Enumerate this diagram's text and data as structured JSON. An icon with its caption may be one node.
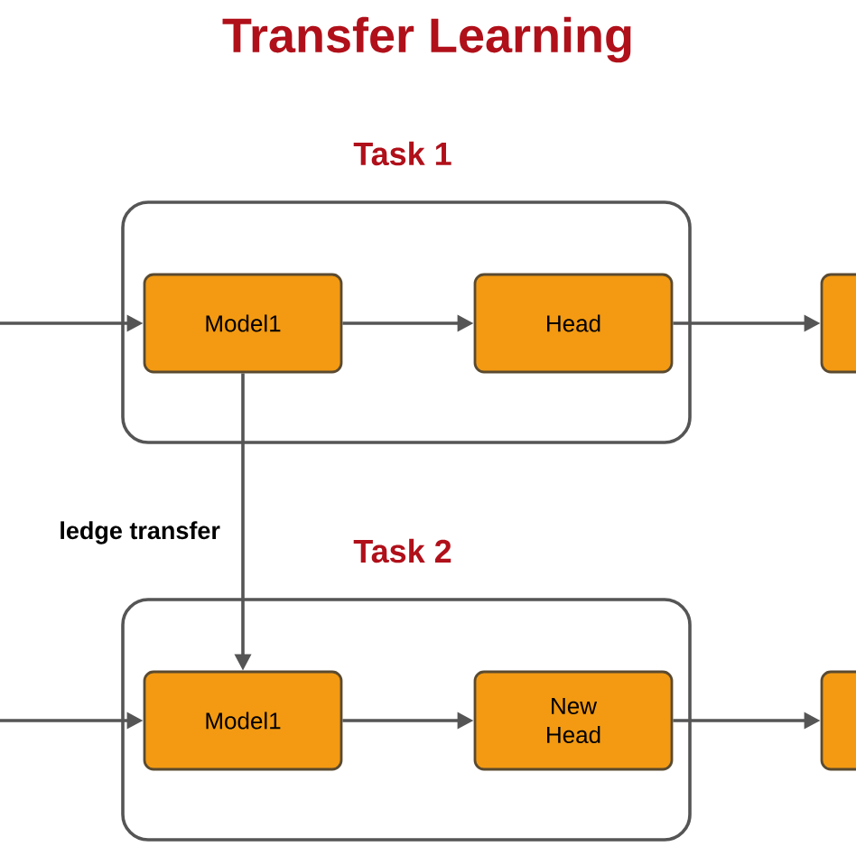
{
  "diagram": {
    "title": "Transfer Learning",
    "nodes": [
      {
        "text": [
          "Task 1"
        ]
      },
      {
        "text": [
          "Model1"
        ],
        "in": 0
      },
      {
        "text": [
          "Head"
        ],
        "in": 0
      },
      {
        "text": [],
        "shape": "box"
      },
      {
        "text": [
          "Task 2"
        ]
      },
      {
        "text": [
          "Model1"
        ],
        "in": 4
      },
      {
        "text": [
          "New Head"
        ],
        "in": 4
      },
      {
        "text": [],
        "shape": "box"
      }
    ],
    "edges": [
      {
        "from": null,
        "to": 1,
        "arrow": "to"
      },
      {
        "from": 1,
        "to": 2,
        "arrow": "to"
      },
      {
        "from": 2,
        "to": 3,
        "arrow": "to"
      },
      {
        "from": 1,
        "to": 5,
        "arrow": "to",
        "label": "ledge transfer"
      },
      {
        "from": null,
        "to": 5,
        "arrow": "to"
      },
      {
        "from": 5,
        "to": 6,
        "arrow": "to"
      },
      {
        "from": 6,
        "to": 7,
        "arrow": "to"
      }
    ]
  }
}
